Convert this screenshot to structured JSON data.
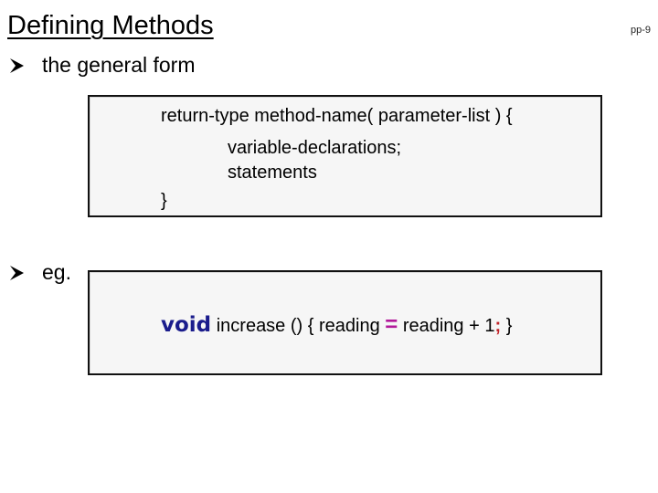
{
  "slide": {
    "title": "Defining Methods",
    "page_number": "pp-9"
  },
  "bullets": [
    {
      "text": "the general form"
    },
    {
      "text": "eg."
    }
  ],
  "general_form": {
    "signature": "return-type method-name( parameter-list ) {",
    "declarations": "variable-declarations;",
    "statements": "statements",
    "closing_brace": "}"
  },
  "example": {
    "keyword": "void",
    "before_equals": " increase () { reading ",
    "equals": "=",
    "after_equals": " reading + 1",
    "semicolon": ";",
    "closing": " }"
  },
  "colors": {
    "keyword": "#1a1c8c",
    "operator": "#b2199a",
    "semicolon": "#c2242a",
    "box_background": "#f6f6f6"
  }
}
